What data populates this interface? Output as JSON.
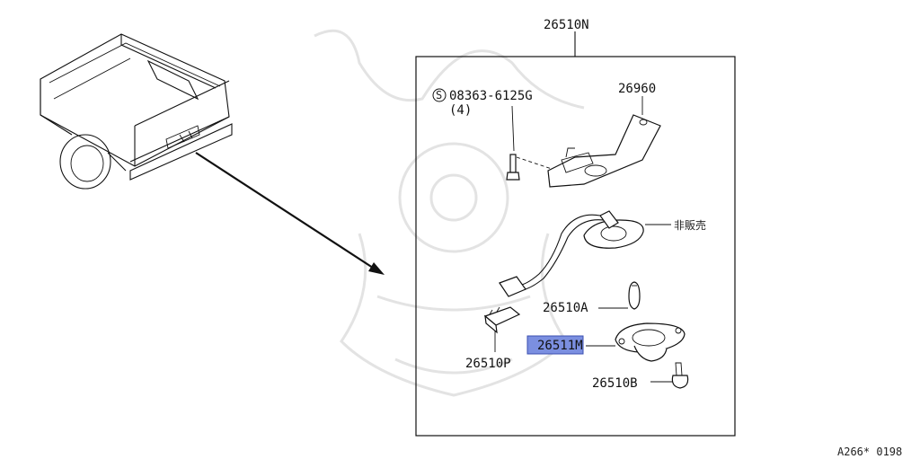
{
  "diagram": {
    "assembly_label": "26510N",
    "footer_code": "A266* 0198",
    "parts": {
      "bolt": {
        "symbol": "S",
        "number": "08363-6125G",
        "qty": "(4)"
      },
      "bracket": "26960",
      "not_for_sale": "非販売",
      "bulb": "26510A",
      "lamp": "26511M",
      "connector": "26510P",
      "screw": "26510B"
    },
    "colors": {
      "highlight": "#7b8fe0",
      "line": "#111111",
      "watermark": "#e3e3e3"
    }
  }
}
